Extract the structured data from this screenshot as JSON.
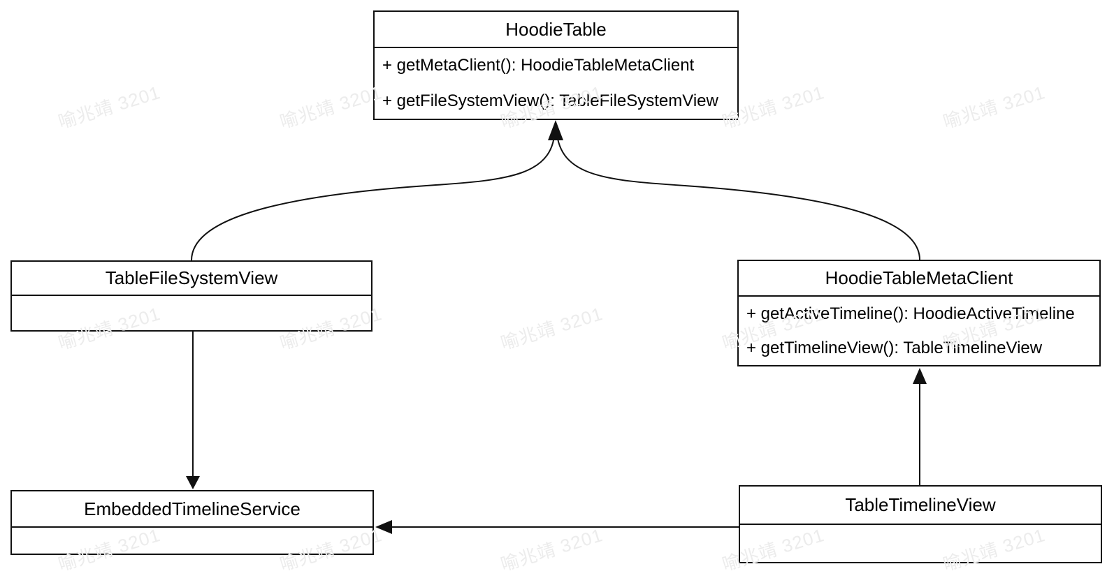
{
  "diagram": {
    "type": "uml-class-diagram",
    "background_color": "#ffffff",
    "line_color": "#111111",
    "text_color": "#000000"
  },
  "watermark": {
    "text": "喻兆靖 3201",
    "color": "#ececec"
  },
  "classes": [
    {
      "name": "HoodieTable",
      "methods": [
        "+ getMetaClient(): HoodieTableMetaClient",
        "+ getFileSystemView(): TableFileSystemView"
      ]
    },
    {
      "name": "TableFileSystemView",
      "methods": []
    },
    {
      "name": "HoodieTableMetaClient",
      "methods": [
        "+ getActiveTimeline(): HoodieActiveTimeline",
        "+ getTimelineView(): TableTimelineView"
      ]
    },
    {
      "name": "EmbeddedTimelineService",
      "methods": []
    },
    {
      "name": "TableTimelineView",
      "methods": []
    }
  ],
  "edges": [
    {
      "from": "TableFileSystemView",
      "to": "HoodieTable",
      "shape": "curved",
      "arrowhead": "filled-triangle"
    },
    {
      "from": "HoodieTableMetaClient",
      "to": "HoodieTable",
      "shape": "curved",
      "arrowhead": "filled-triangle"
    },
    {
      "from": "TableFileSystemView",
      "to": "EmbeddedTimelineService",
      "shape": "straight-vertical",
      "arrowhead": "filled-triangle"
    },
    {
      "from": "TableTimelineView",
      "to": "HoodieTableMetaClient",
      "shape": "straight-vertical",
      "arrowhead": "filled-triangle"
    },
    {
      "from": "TableTimelineView",
      "to": "EmbeddedTimelineService",
      "shape": "straight-horizontal",
      "arrowhead": "filled-triangle"
    }
  ]
}
